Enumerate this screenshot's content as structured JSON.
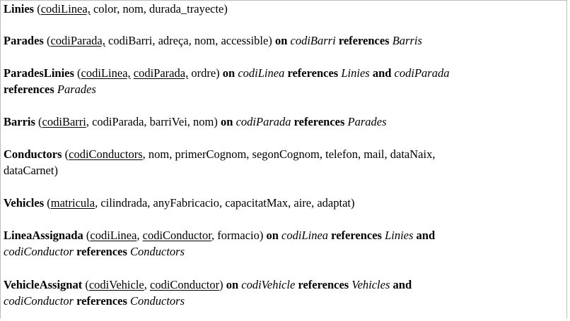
{
  "relations": [
    {
      "name": "Linies",
      "segments": [
        {
          "t": " (",
          "s": "n"
        },
        {
          "t": "codiLinea,",
          "s": "u"
        },
        {
          "t": " color, nom, durada_trayecte)",
          "s": "n"
        }
      ]
    },
    {
      "name": "Parades",
      "segments": [
        {
          "t": " (",
          "s": "n"
        },
        {
          "t": "codiParada,",
          "s": "u"
        },
        {
          "t": " codiBarri, adreça, nom, accessible) ",
          "s": "n"
        },
        {
          "t": "on",
          "s": "b"
        },
        {
          "t": " ",
          "s": "n"
        },
        {
          "t": "codiBarri",
          "s": "i"
        },
        {
          "t": " ",
          "s": "n"
        },
        {
          "t": "references",
          "s": "b"
        },
        {
          "t": " ",
          "s": "n"
        },
        {
          "t": "Barris",
          "s": "i"
        }
      ]
    },
    {
      "name": "ParadesLinies",
      "segments": [
        {
          "t": " (",
          "s": "n"
        },
        {
          "t": "codiLinea,",
          "s": "u"
        },
        {
          "t": " ",
          "s": "n"
        },
        {
          "t": "codiParada,",
          "s": "u"
        },
        {
          "t": " ordre) ",
          "s": "n"
        },
        {
          "t": "on",
          "s": "b"
        },
        {
          "t": " ",
          "s": "n"
        },
        {
          "t": "codiLinea",
          "s": "i"
        },
        {
          "t": " ",
          "s": "n"
        },
        {
          "t": "references",
          "s": "b"
        },
        {
          "t": " ",
          "s": "n"
        },
        {
          "t": "Linies",
          "s": "i"
        },
        {
          "t": " ",
          "s": "n"
        },
        {
          "t": "and",
          "s": "b"
        },
        {
          "t": " ",
          "s": "n"
        },
        {
          "t": "codiParada",
          "s": "i"
        },
        {
          "t": " ",
          "s": "br"
        },
        {
          "t": "references",
          "s": "b"
        },
        {
          "t": " ",
          "s": "n"
        },
        {
          "t": "Parades",
          "s": "i"
        }
      ]
    },
    {
      "name": "Barris",
      "segments": [
        {
          "t": " (",
          "s": "n"
        },
        {
          "t": "codiBarri",
          "s": "u"
        },
        {
          "t": ", codiParada, barriVei, nom) ",
          "s": "n"
        },
        {
          "t": "on",
          "s": "b"
        },
        {
          "t": " ",
          "s": "n"
        },
        {
          "t": "codiParada",
          "s": "i"
        },
        {
          "t": " ",
          "s": "n"
        },
        {
          "t": "references",
          "s": "b"
        },
        {
          "t": " ",
          "s": "n"
        },
        {
          "t": "Parades",
          "s": "i"
        }
      ]
    },
    {
      "name": "Conductors",
      "segments": [
        {
          "t": " (",
          "s": "n"
        },
        {
          "t": "codiConductors",
          "s": "u"
        },
        {
          "t": ", nom, primerCognom, segonCognom, telefon, mail, dataNaix,",
          "s": "n"
        },
        {
          "t": " ",
          "s": "br"
        },
        {
          "t": "dataCarnet)",
          "s": "n"
        }
      ]
    },
    {
      "name": "Vehicles",
      "segments": [
        {
          "t": " (",
          "s": "n"
        },
        {
          "t": "matricula",
          "s": "u"
        },
        {
          "t": ", cilindrada, anyFabricacio, capacitatMax, aire, adaptat)",
          "s": "n"
        }
      ]
    },
    {
      "name": "LineaAssignada",
      "segments": [
        {
          "t": " (",
          "s": "n"
        },
        {
          "t": "codiLinea",
          "s": "u"
        },
        {
          "t": ", ",
          "s": "n"
        },
        {
          "t": "codiConductor",
          "s": "u"
        },
        {
          "t": ", formacio) ",
          "s": "n"
        },
        {
          "t": "on",
          "s": "b"
        },
        {
          "t": " ",
          "s": "n"
        },
        {
          "t": "codiLinea",
          "s": "i"
        },
        {
          "t": " ",
          "s": "n"
        },
        {
          "t": "references",
          "s": "b"
        },
        {
          "t": " ",
          "s": "n"
        },
        {
          "t": "Linies",
          "s": "i"
        },
        {
          "t": " ",
          "s": "n"
        },
        {
          "t": "and",
          "s": "b"
        },
        {
          "t": " ",
          "s": "br"
        },
        {
          "t": "codiConductor",
          "s": "i"
        },
        {
          "t": " ",
          "s": "n"
        },
        {
          "t": "references",
          "s": "b"
        },
        {
          "t": " ",
          "s": "n"
        },
        {
          "t": "Conductors",
          "s": "i"
        }
      ]
    },
    {
      "name": "VehicleAssignat",
      "segments": [
        {
          "t": " (",
          "s": "n"
        },
        {
          "t": "codiVehicle",
          "s": "u"
        },
        {
          "t": ", ",
          "s": "n"
        },
        {
          "t": "codiConductor",
          "s": "u"
        },
        {
          "t": ") ",
          "s": "n"
        },
        {
          "t": "on",
          "s": "b"
        },
        {
          "t": " ",
          "s": "n"
        },
        {
          "t": "codiVehicle",
          "s": "i"
        },
        {
          "t": " ",
          "s": "n"
        },
        {
          "t": "references",
          "s": "b"
        },
        {
          "t": " ",
          "s": "n"
        },
        {
          "t": "Vehicles",
          "s": "i"
        },
        {
          "t": " ",
          "s": "n"
        },
        {
          "t": "and",
          "s": "b"
        },
        {
          "t": " ",
          "s": "br"
        },
        {
          "t": "codiConductor",
          "s": "i"
        },
        {
          "t": " ",
          "s": "n"
        },
        {
          "t": "references",
          "s": "b"
        },
        {
          "t": " ",
          "s": "n"
        },
        {
          "t": "Conductors",
          "s": "i"
        }
      ]
    }
  ]
}
